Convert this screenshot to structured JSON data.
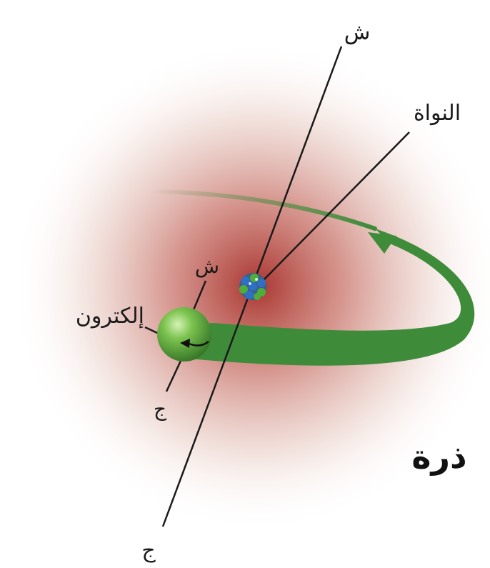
{
  "title": "ذرة",
  "labels": {
    "nucleus": "النواة",
    "electron": "إلكترون",
    "atom_axis_north": "ش",
    "atom_axis_south": "ج",
    "electron_axis_north": "ش",
    "electron_axis_south": "ج"
  },
  "colors": {
    "cloud_center": "#b33a33",
    "cloud_edge": "#ffffff",
    "orbit": "#3e8b3a",
    "electron": "#4f9a35",
    "nucleus_blue": "#2f6fc4",
    "nucleus_green": "#4dae3a",
    "lines": "#1a1a1a"
  },
  "icons": {
    "electron": "green-sphere",
    "nucleus": "particle-cluster",
    "spin": "curved-arrow",
    "orbit_direction": "arrowhead"
  }
}
